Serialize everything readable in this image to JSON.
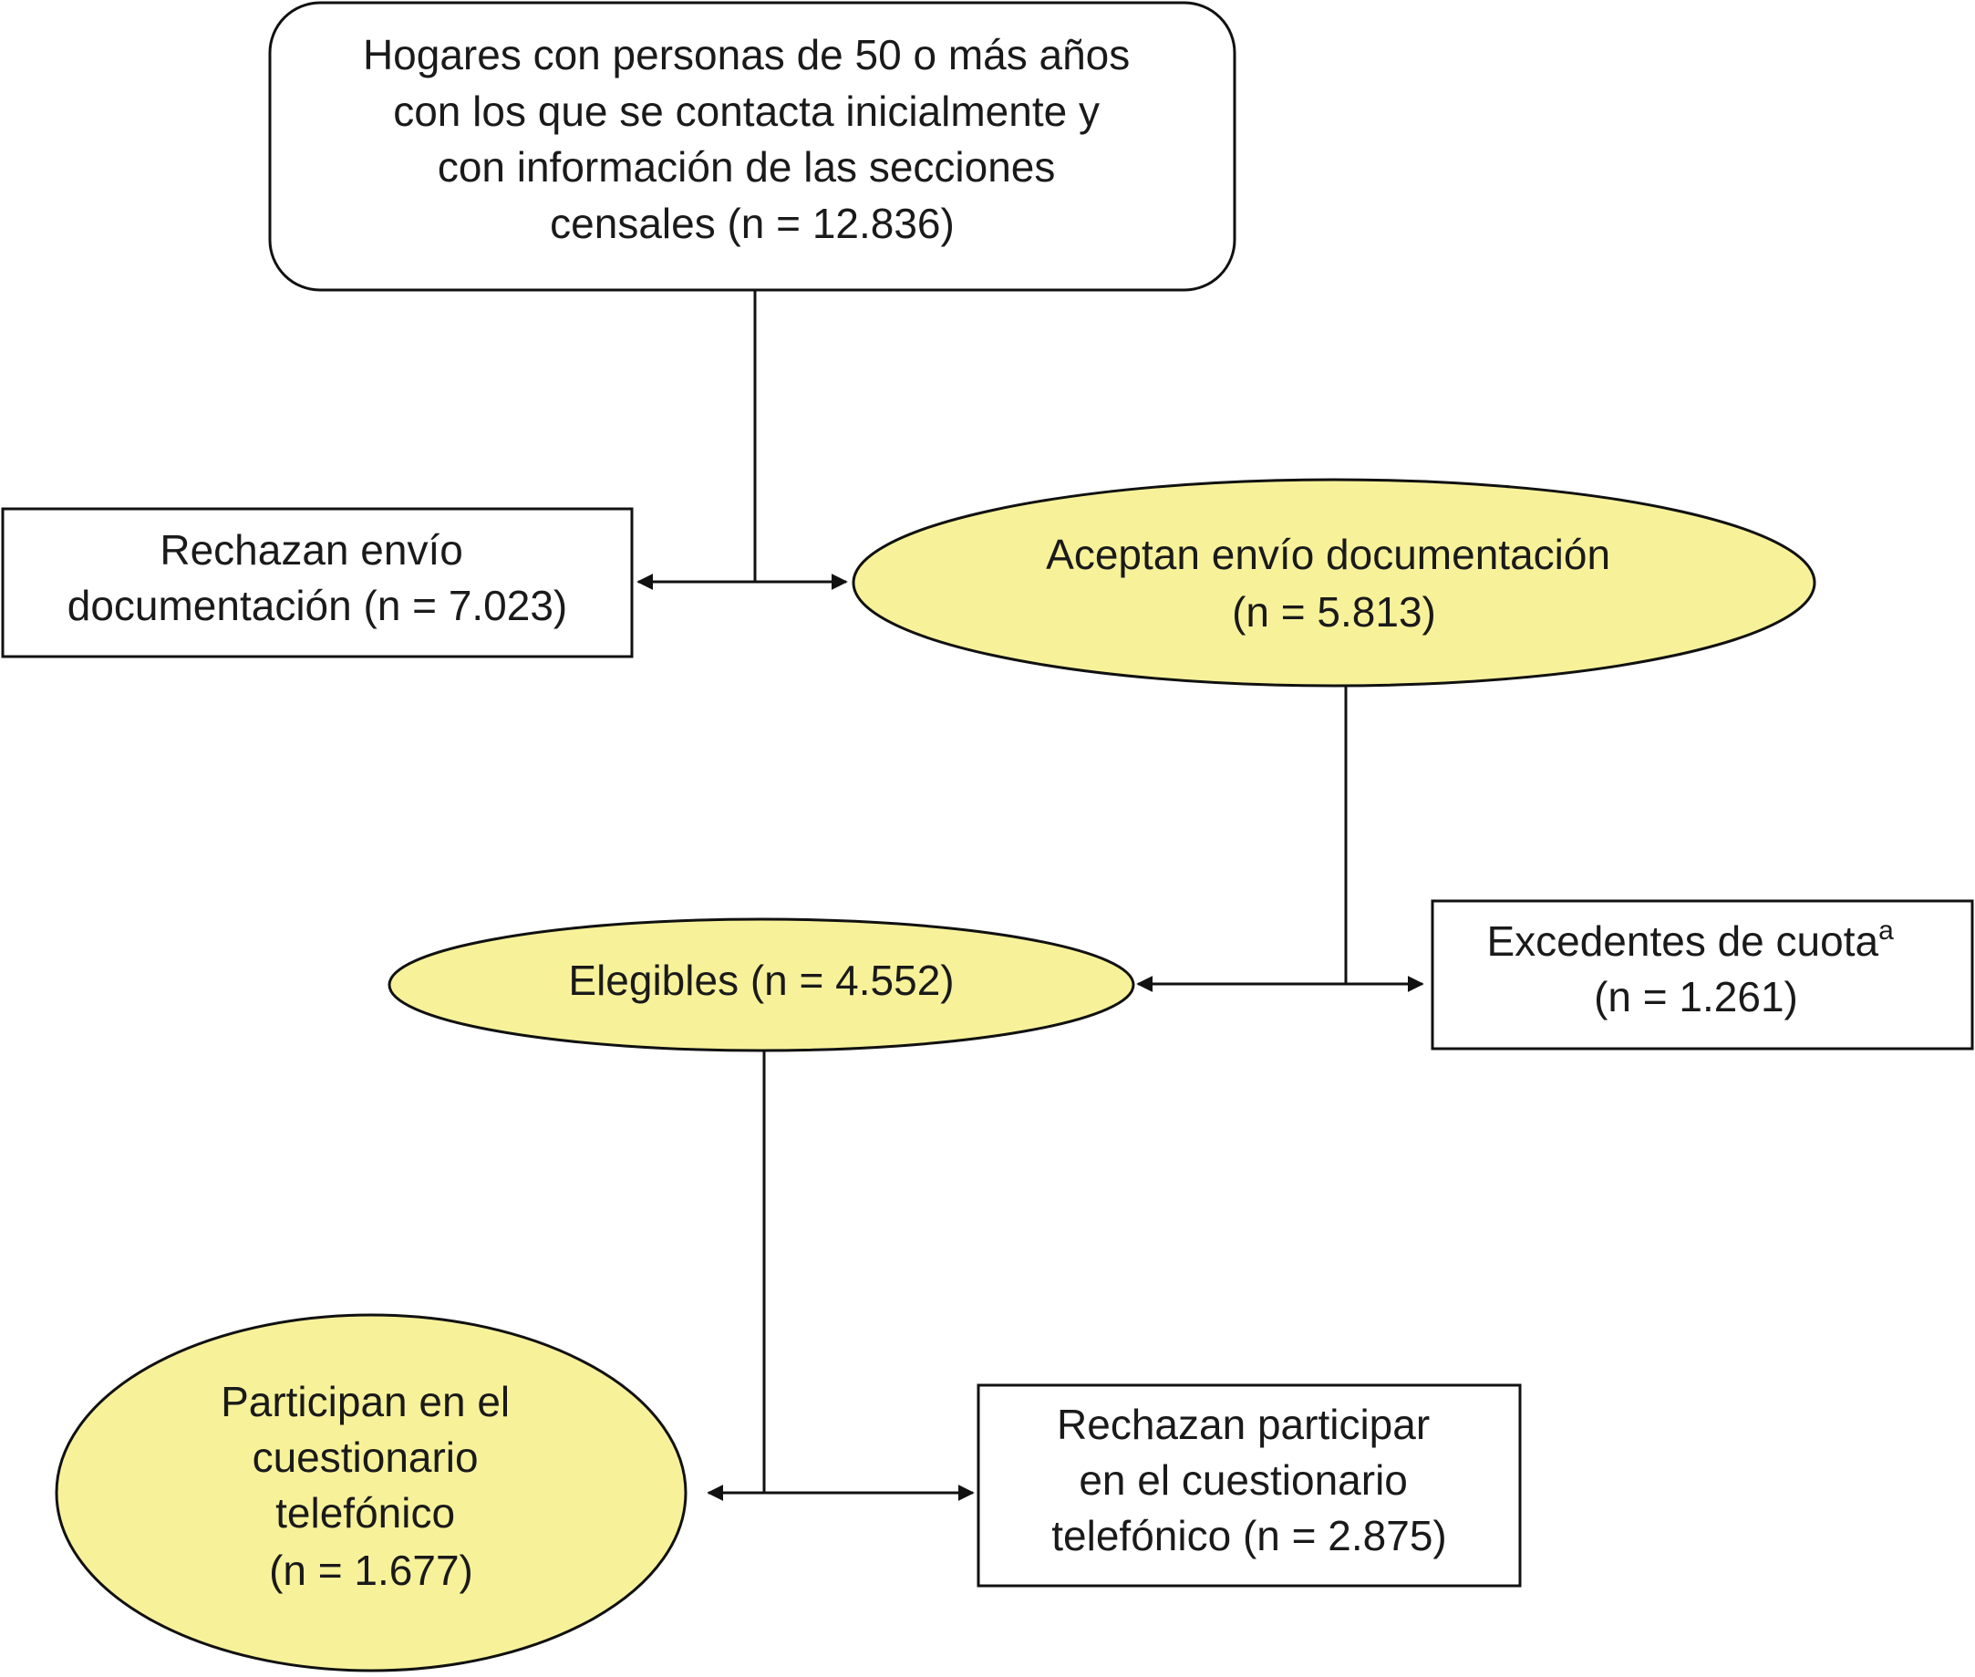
{
  "nodes": {
    "hogares": {
      "lines": [
        "Hogares con personas de 50 o más años",
        "con los que se contacta inicialmente y",
        "con información de las secciones",
        "censales (n = 12.836)"
      ]
    },
    "rechazan_envio": {
      "lines": [
        "Rechazan envío",
        "documentación (n = 7.023)"
      ]
    },
    "aceptan_envio": {
      "lines": [
        "Aceptan envío documentación",
        "(n = 5.813)"
      ]
    },
    "elegibles": {
      "lines": [
        "Elegibles (n = 4.552)"
      ]
    },
    "excedentes": {
      "line1": "Excedentes de cuota",
      "line1_sup": "a",
      "line2": "(n = 1.261)"
    },
    "participan": {
      "lines": [
        "Participan en el",
        "cuestionario",
        "telefónico",
        "(n = 1.677)"
      ]
    },
    "rechazan_participar": {
      "lines": [
        "Rechazan participar",
        "en el cuestionario",
        "telefónico (n = 2.875)"
      ]
    }
  },
  "colors": {
    "ellipse_fill": "#f7f29a",
    "box_fill": "#ffffff",
    "stroke": "#111111"
  }
}
